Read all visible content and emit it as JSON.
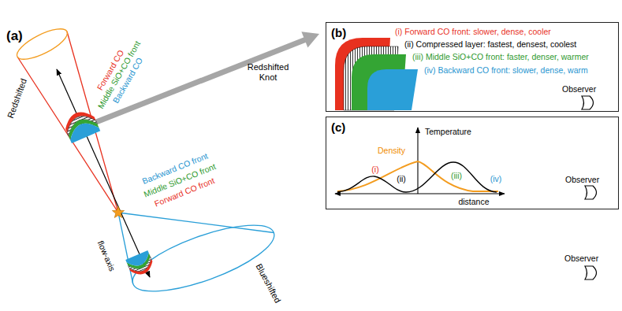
{
  "diagram": {
    "nodes": [
      {
        "text": [
          "(b)",
          "(i) Forward CO front: slower, dense, cooler",
          "(ii) Compressed layer: fastest, densest, coolest",
          "(iii) Middle SiO+CO front: faster, denser, warmer",
          "(iv) Backward CO front: slower, dense, warm",
          "Observer"
        ]
      },
      {
        "text": [
          "(c)",
          "Density",
          "Temperature",
          "(i)",
          "(ii)",
          "(iii)",
          "(iv)",
          "distance",
          "Observer"
        ]
      }
    ],
    "labels": [
      "(a)",
      "Redshifted",
      "Forward CO",
      "Middle SiO+CO front",
      "Backward CO",
      "Redshifted Knot",
      "Backward CO front",
      "Middle SiO+CO front",
      "Forward CO front",
      "flow-axis",
      "Blueshifted",
      "Observer"
    ]
  }
}
